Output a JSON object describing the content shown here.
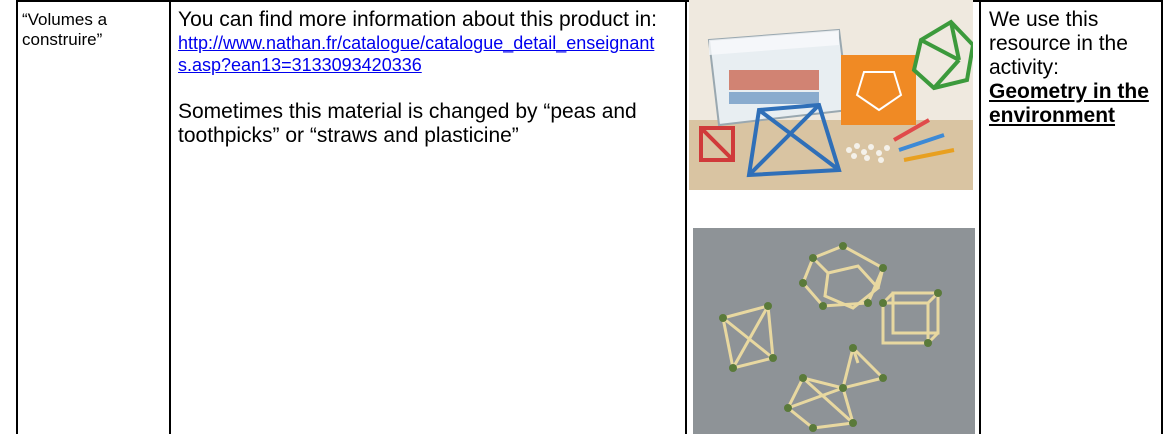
{
  "row": {
    "resource_name": "“Volumes a construire”",
    "info_intro": "You can find more information about this product in:",
    "info_url": "http://www.nathan.fr/catalogue/catalogue_detail_enseignants.asp?ean13=3133093420336",
    "info_note": "Sometimes this material is changed by “peas and toothpicks” or “straws and plasticine”",
    "usage_intro": "We use this resource in the activity:",
    "activity_name": "Geometry in the environment"
  }
}
